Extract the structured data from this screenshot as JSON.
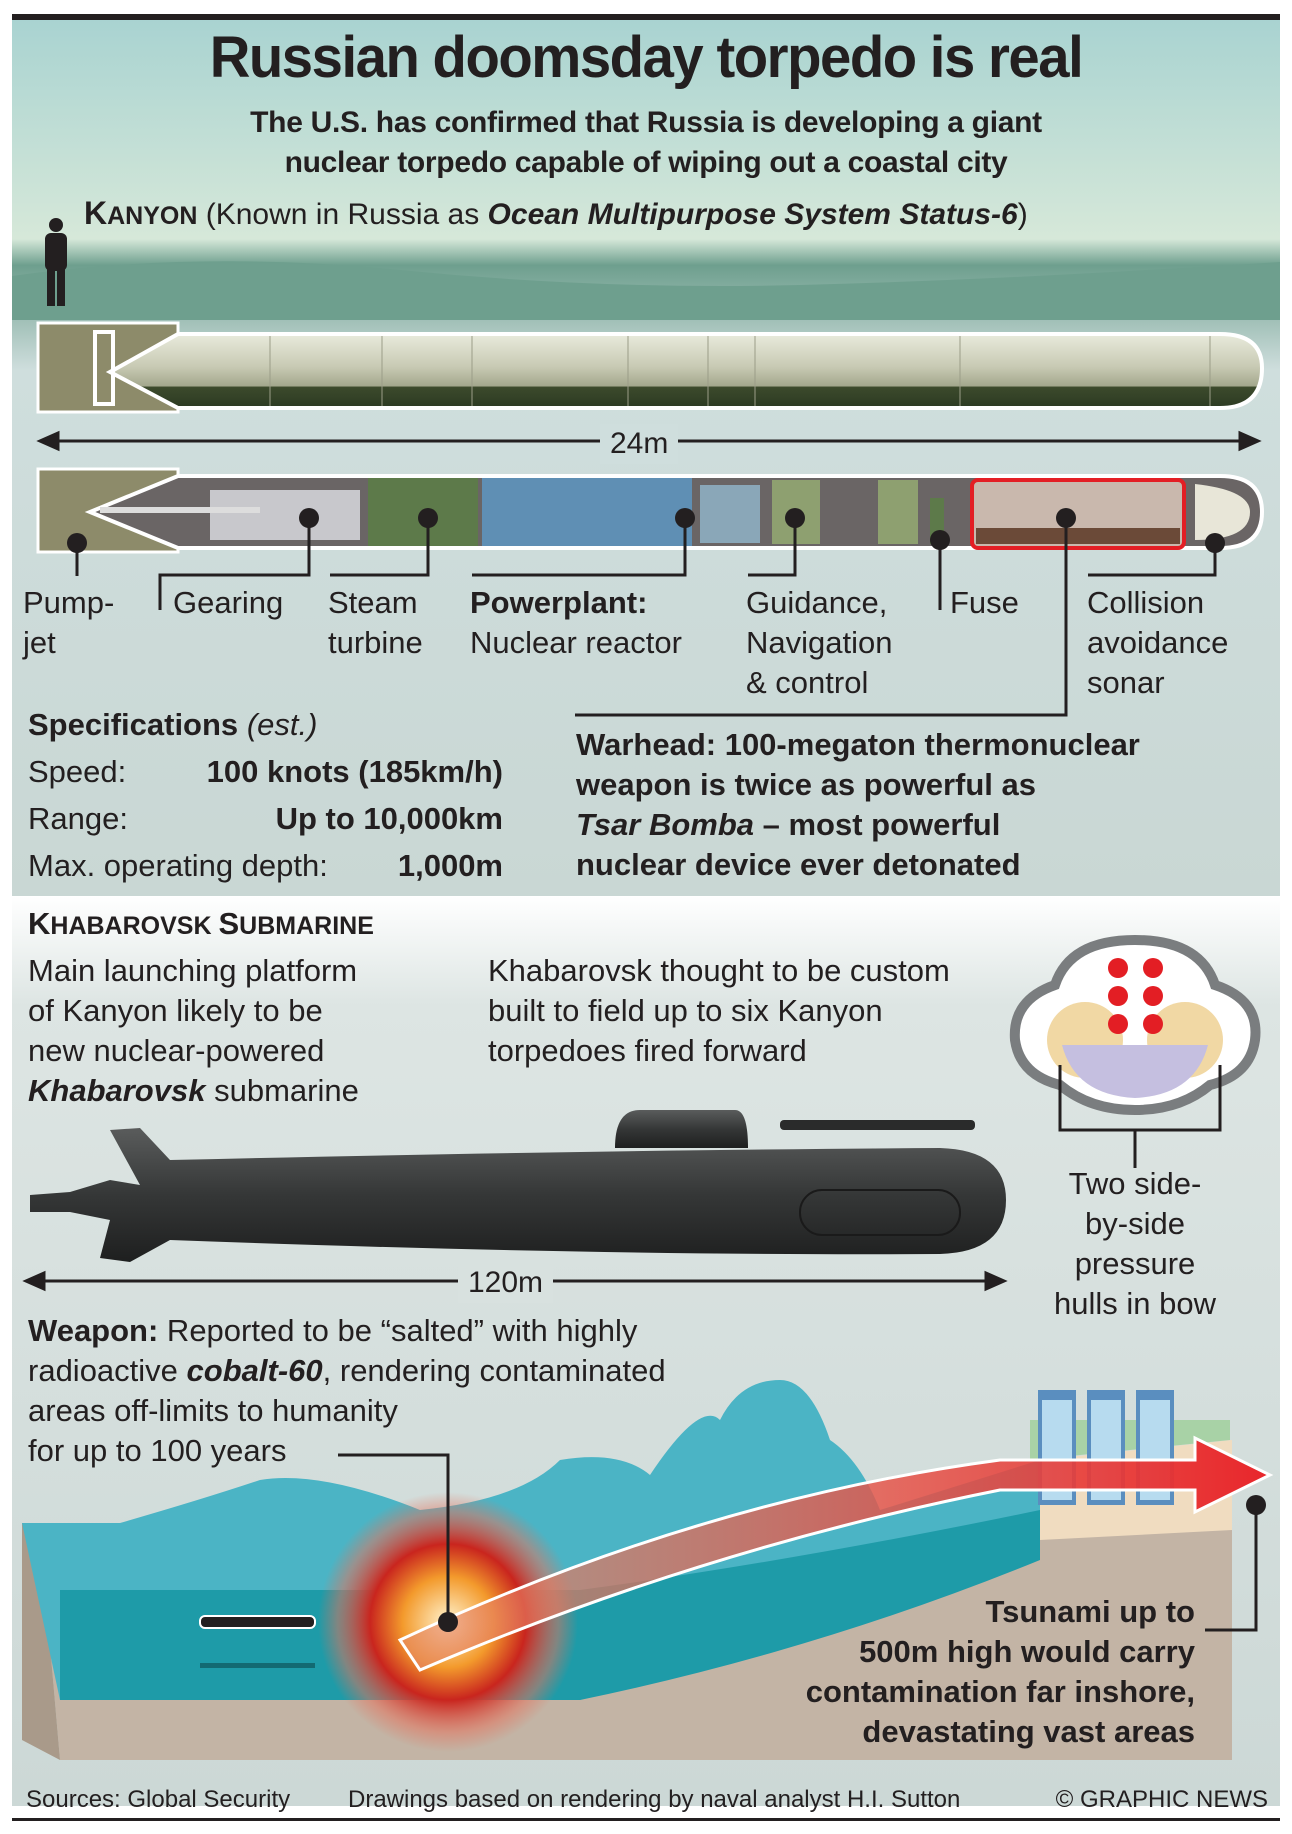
{
  "header": {
    "title": "Russian doomsday torpedo is real",
    "subtitle_line1": "The U.S. has confirmed that Russia is developing a giant",
    "subtitle_line2": "nuclear torpedo capable of wiping out a coastal city",
    "kanyon_name_first": "K",
    "kanyon_name_rest": "ANYON",
    "kanyon_known_as": " (Known in Russia as ",
    "kanyon_russian_name": "Ocean Multipurpose System Status-6",
    "kanyon_close": ")"
  },
  "torpedo": {
    "length_label": "24m",
    "components": [
      {
        "line1": "Pump-",
        "line2": "jet"
      },
      {
        "line1": "Gearing"
      },
      {
        "line1": "Steam",
        "line2": "turbine"
      },
      {
        "line1": "Powerplant:",
        "line2": "Nuclear reactor"
      },
      {
        "line1": "Guidance,",
        "line2": "Navigation",
        "line3": "& control"
      },
      {
        "line1": "Fuse"
      },
      {
        "line1": "Collision",
        "line2": "avoidance",
        "line3": "sonar"
      }
    ],
    "warhead_color": "#e31e24"
  },
  "specs": {
    "heading": "Specifications",
    "heading_note": "(est.)",
    "rows": [
      {
        "label": "Speed:",
        "value": "100 knots (185km/h)"
      },
      {
        "label": "Range:",
        "value": "Up to 10,000km"
      },
      {
        "label": "Max. operating depth:",
        "value": "1,000m"
      }
    ]
  },
  "warhead": {
    "line1": "Warhead: 100-megaton thermonuclear",
    "line2": "weapon is twice as powerful as",
    "line3_italic": "Tsar Bomba",
    "line3_rest": " – most powerful",
    "line4": "nuclear device ever detonated"
  },
  "submarine": {
    "heading_k": "K",
    "heading_habarovsk": "HABAROVSK ",
    "heading_s": "S",
    "heading_ubmarine": "UBMARINE",
    "desc_line1": "Main launching platform",
    "desc_line2": "of Kanyon likely to be",
    "desc_line3": "new nuclear-powered",
    "desc_line4_italic": "Khabarovsk",
    "desc_line4_rest": " submarine",
    "custom_line1": "Khabarovsk thought to be custom",
    "custom_line2": "built to field up to six Kanyon",
    "custom_line3": "torpedoes fired forward",
    "length_label": "120m",
    "hulls_line1": "Two side-",
    "hulls_line2": "by-side",
    "hulls_line3": "pressure",
    "hulls_line4": "hulls in bow"
  },
  "weapon": {
    "label": "Weapon:",
    "line1_rest": " Reported to be “salted” with highly",
    "line2_start": "radioactive ",
    "line2_italic": "cobalt-60",
    "line2_rest": ", rendering contaminated",
    "line3": "areas off-limits to humanity",
    "line4": "for up to 100 years"
  },
  "tsunami": {
    "line1": "Tsunami up to",
    "line2": "500m high would carry",
    "line3": "contamination far inshore,",
    "line4": "devastating vast areas"
  },
  "footer": {
    "sources": "Sources: Global Security",
    "drawings": "Drawings based on rendering by naval analyst H.I. Sutton",
    "copyright": "© GRAPHIC NEWS"
  }
}
